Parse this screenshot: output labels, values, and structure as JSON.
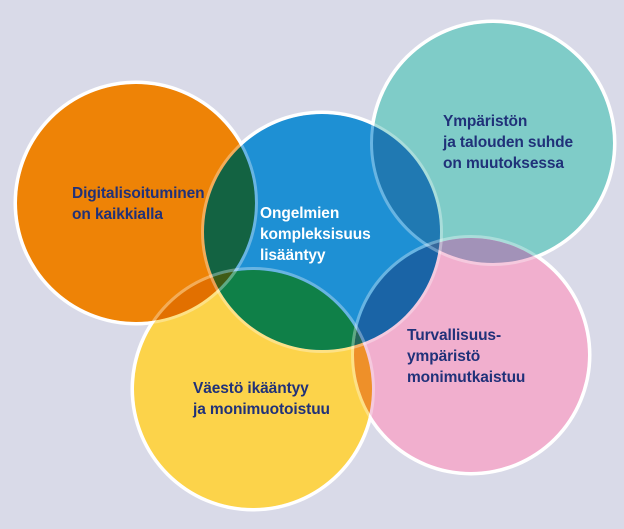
{
  "colors": {
    "background": "#D9DAE8",
    "ring": "#FFFFFF",
    "text_dark": "#203179",
    "text_light": "#FFFFFF",
    "circles": {
      "orange": "#EE8306",
      "blue": "#1E90D4",
      "teal": "#7FCCC8",
      "yellow": "#FCD34A",
      "pink": "#F1AFCE"
    },
    "overlaps": {
      "orange_blue": "#136342",
      "orange_yellow": "#E27000",
      "blue_yellow": "#0F8048",
      "blue_teal": "#2079B2",
      "blue_pink": "#1A64A6",
      "yellow_pink": "#EE9029",
      "teal_pink": "#A292B8",
      "orange_blue_yellow": "#3F5B16",
      "blue_yellow_pink": "#226559",
      "blue_teal_pink": "#35689B"
    }
  },
  "labels": {
    "digitalisation": "Digitalisoituminen\non kaikkialla",
    "complexity": "Ongelmien\nkompleksisuus\nlisääntyy",
    "environment": "Ympäristön\nja talouden suhde\non muutoksessa",
    "population": "Väestö ikääntyy\nja monimuotoistuu",
    "security": "Turvallisuus-\nympäristö\nmonimutkaistuu"
  }
}
